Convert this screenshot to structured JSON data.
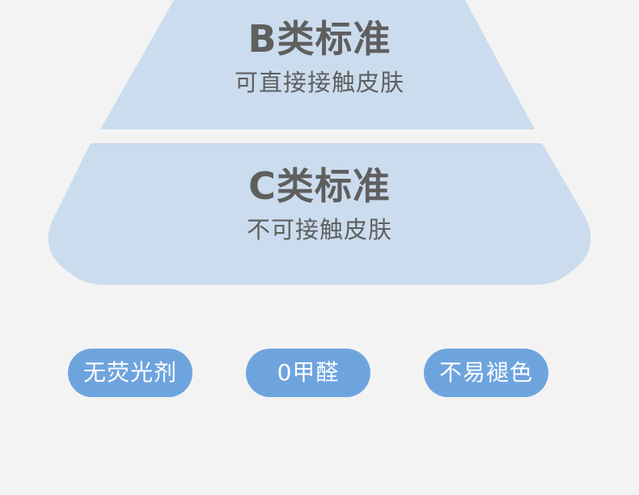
{
  "colors": {
    "background": "#f3f3f3",
    "tier_fill": "#cbdcee",
    "tier_text": "#5f5f5f",
    "pill_fill": "#6ea4de",
    "pill_text": "#ffffff"
  },
  "tiers": [
    {
      "title": "B类标准",
      "subtitle": "可直接接触皮肤"
    },
    {
      "title": "C类标准",
      "subtitle": "不可接触皮肤"
    }
  ],
  "features": [
    {
      "label": "无荧光剂"
    },
    {
      "label": "0甲醛"
    },
    {
      "label": "不易褪色"
    }
  ]
}
